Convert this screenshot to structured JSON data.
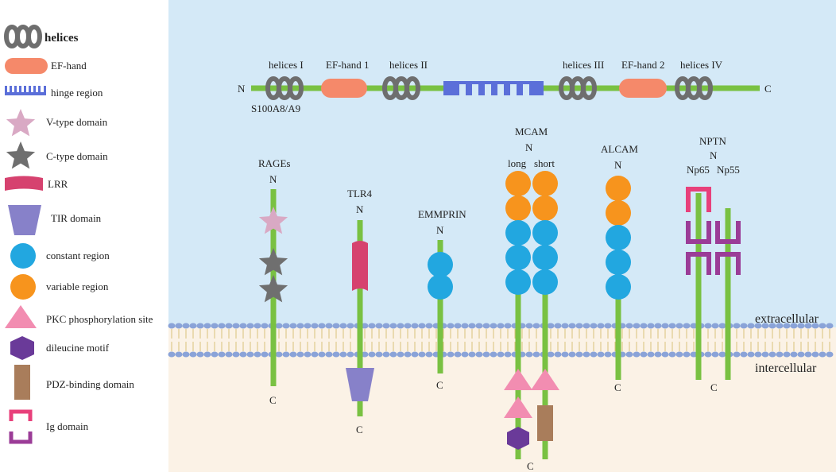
{
  "colors": {
    "extracellular_bg": "#d4e9f7",
    "intracellular_bg": "#fbf2e6",
    "stem": "#79c142",
    "helix": "#6e6e6e",
    "ef_hand": "#f5896a",
    "hinge": "#5b6fd9",
    "v_type": "#d9a9c4",
    "c_type": "#6f6f6f",
    "lrr": "#d6426f",
    "tir": "#8781c9",
    "constant": "#22a7e0",
    "variable": "#f7941d",
    "pkc": "#f28db1",
    "dileucine": "#6a3a99",
    "pdz": "#a97d5b",
    "ig": "#9b3c97",
    "ig_pink": "#e8407b",
    "membrane_head": "#8aa3d8",
    "membrane_tail": "#d8c27a"
  },
  "legend": [
    {
      "key": "helices",
      "label": "helices",
      "icon": "helices-icon"
    },
    {
      "key": "ef_hand",
      "label": "EF-hand",
      "icon": "ef-hand-icon"
    },
    {
      "key": "hinge",
      "label": "hinge region",
      "icon": "hinge-icon"
    },
    {
      "key": "v_type",
      "label": "V-type domain",
      "icon": "v-type-star-icon"
    },
    {
      "key": "c_type",
      "label": "C-type domain",
      "icon": "c-type-star-icon"
    },
    {
      "key": "lrr",
      "label": "LRR",
      "icon": "lrr-icon"
    },
    {
      "key": "tir",
      "label": "TIR domain",
      "icon": "tir-icon"
    },
    {
      "key": "constant",
      "label": "constant region",
      "icon": "constant-circle-icon"
    },
    {
      "key": "variable",
      "label": "variable region",
      "icon": "variable-circle-icon"
    },
    {
      "key": "pkc",
      "label": "PKC phosphorylation site",
      "icon": "pkc-triangle-icon"
    },
    {
      "key": "dileucine",
      "label": "dileucine motif",
      "icon": "dileucine-hexagon-icon"
    },
    {
      "key": "pdz",
      "label": "PDZ-binding domain",
      "icon": "pdz-rect-icon"
    },
    {
      "key": "ig",
      "label": "Ig domain",
      "icon": "ig-bracket-icon"
    }
  ],
  "s100": {
    "n_label": "N",
    "c_label": "C",
    "name": "S100A8/A9",
    "segments": [
      "helices I",
      "EF-hand 1",
      "helices II",
      "helices III",
      "EF-hand 2",
      "helices IV"
    ]
  },
  "membrane": {
    "extracellular": "extracellular",
    "intracellular": "intercellular"
  },
  "receptors": {
    "rages": {
      "name": "RAGEs",
      "n": "N",
      "c": "C"
    },
    "tlr4": {
      "name": "TLR4",
      "n": "N",
      "c": "C"
    },
    "emmprin": {
      "name": "EMMPRIN",
      "n": "N",
      "c": "C"
    },
    "mcam": {
      "name": "MCAM",
      "n": "N",
      "long": "long",
      "short": "short",
      "c": "C"
    },
    "alcam": {
      "name": "ALCAM",
      "n": "N",
      "c": "C"
    },
    "nptn": {
      "name": "NPTN",
      "n": "N",
      "np65": "Np65",
      "np55": "Np55",
      "c": "C"
    }
  }
}
